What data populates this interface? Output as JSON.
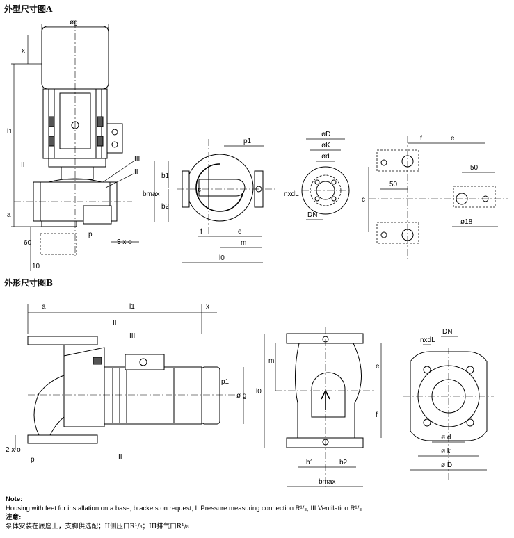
{
  "headings": {
    "a": "外型尺寸图A",
    "b": "外形尺寸图B"
  },
  "labels": {
    "g": "øg",
    "x": "x",
    "l1": "l1",
    "II": "II",
    "III": "III",
    "a": "a",
    "h60": "60",
    "h10": "10",
    "p": "p",
    "three_x_o": "3 x o",
    "p1": "p1",
    "b1": "b1",
    "b2": "b2",
    "bmax": "bmax",
    "c": "c",
    "f": "f",
    "e": "e",
    "m": "m",
    "l0": "l0",
    "nxdl": "nxdL",
    "D": "øD",
    "K": "øK",
    "d": "ød",
    "DN": "DN",
    "fifty": "50",
    "d18": "ø18",
    "two_x_o": "2 x o",
    "nxdl_b": "nxdL",
    "d_b": "ø d",
    "k_b": "ø k",
    "D_b": "ø D",
    "g_b": "ø g",
    "l1_b": "l1"
  },
  "notes": {
    "title": "Note:",
    "text_en": "Housing with feet for installation on a base, brackets on request; II Pressure measuring connection R¹/₈; III Ventilation R¹/₈",
    "title_zh": "注意:",
    "text_zh": "泵体安装在底座上，支脚供选配；II侧压口R¹/₈；III排气口R¹/₈"
  }
}
